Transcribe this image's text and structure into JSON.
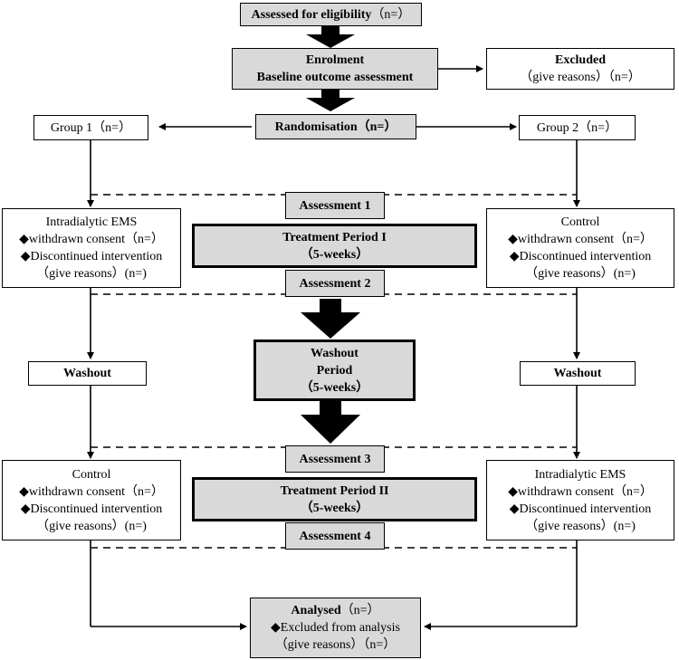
{
  "flow": {
    "assessed": {
      "label": "Assessed for eligibility",
      "count": "（n=）"
    },
    "enrolment": {
      "line1": "Enrolment",
      "line2": "Baseline outcome assessment"
    },
    "excluded": {
      "title": "Excluded",
      "detail": "（give reasons）（n=）"
    },
    "randomisation": {
      "label": "Randomisation（n=）"
    },
    "group1": {
      "label": "Group 1（n=）"
    },
    "group2": {
      "label": "Group 2（n=）"
    },
    "assessment1": "Assessment 1",
    "assessment2": "Assessment 2",
    "assessment3": "Assessment 3",
    "assessment4": "Assessment 4",
    "treatment1": {
      "line1": "Treatment Period I",
      "line2": "（5-weeks）"
    },
    "treatment2": {
      "line1": "Treatment Period II",
      "line2": "（5-weeks）"
    },
    "washout_center": {
      "line1": "Washout",
      "line2": "Period",
      "line3": "（5-weeks）"
    },
    "washout_left": "Washout",
    "washout_right": "Washout",
    "left_p1": {
      "title": "Intradialytic EMS",
      "l1": "◆withdrawn consent（n=）",
      "l2": "◆Discontinued intervention",
      "l3": "（give reasons）(n=)"
    },
    "right_p1": {
      "title": "Control",
      "l1": "◆withdrawn consent（n=）",
      "l2": "◆Discontinued intervention",
      "l3": "（give reasons）(n=)"
    },
    "left_p2": {
      "title": "Control",
      "l1": "◆withdrawn consent（n=）",
      "l2": "◆Discontinued intervention",
      "l3": "（give reasons）(n=)"
    },
    "right_p2": {
      "title": "Intradialytic EMS",
      "l1": "◆withdrawn consent（n=）",
      "l2": "◆Discontinued intervention",
      "l3": "（give reasons）(n=)"
    },
    "analysed": {
      "title": "Analysed",
      "count": "（n=）",
      "l1": "◆Excluded from analysis",
      "l2": "（give reasons）（n=）"
    }
  }
}
